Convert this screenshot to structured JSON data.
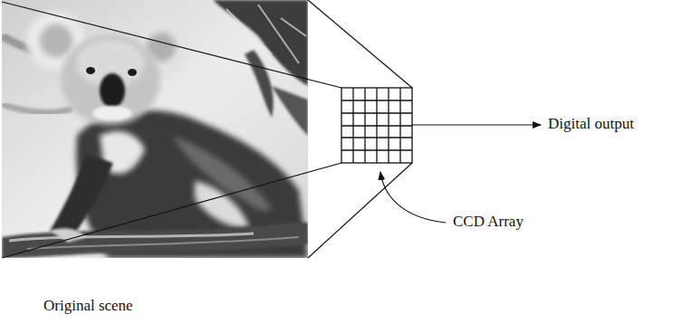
{
  "diagram": {
    "labels": [
      "Original scene",
      "CCD Array",
      "Digital output"
    ]
  }
}
